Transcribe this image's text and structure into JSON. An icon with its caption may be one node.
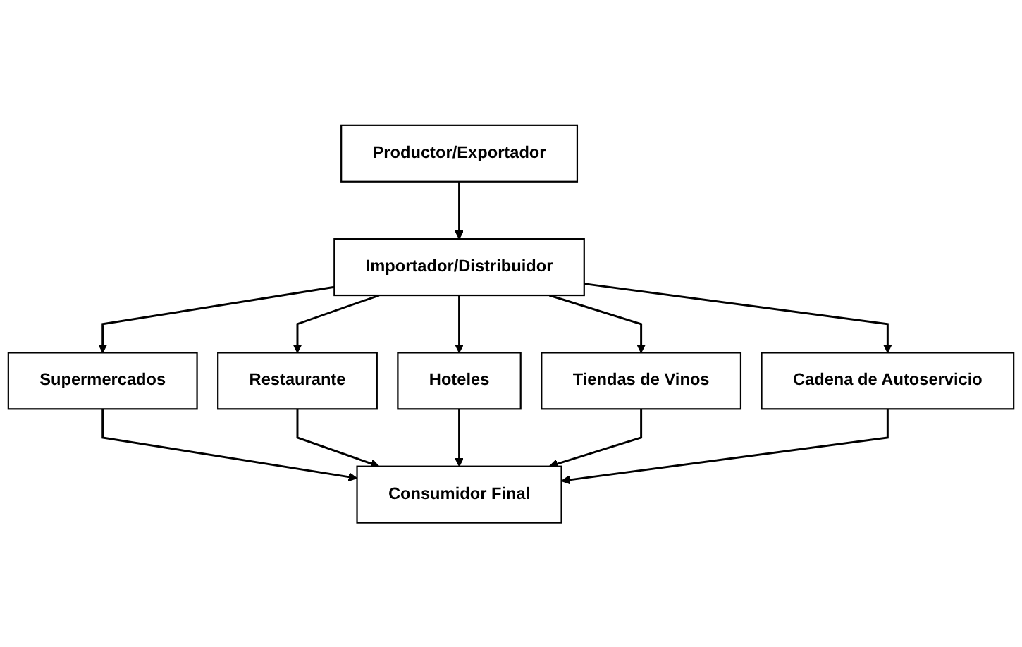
{
  "diagram": {
    "nodes": [
      {
        "text": [
          "Productor/Exportador"
        ]
      },
      {
        "text": [
          "Importador/Distribuidor"
        ]
      },
      {
        "text": [
          "Supermercados"
        ]
      },
      {
        "text": [
          "Restaurante"
        ]
      },
      {
        "text": [
          "Hoteles"
        ]
      },
      {
        "text": [
          "Tiendas de Vinos"
        ]
      },
      {
        "text": [
          "Cadena de Autoservicio"
        ]
      },
      {
        "text": [
          "Consumidor Final"
        ]
      }
    ],
    "edges": [
      {
        "from": 0,
        "to": 1,
        "arrow": "to"
      },
      {
        "from": 1,
        "to": 2,
        "arrow": "to"
      },
      {
        "from": 1,
        "to": 3,
        "arrow": "to"
      },
      {
        "from": 1,
        "to": 4,
        "arrow": "to"
      },
      {
        "from": 1,
        "to": 5,
        "arrow": "to"
      },
      {
        "from": 1,
        "to": 6,
        "arrow": "to"
      },
      {
        "from": 2,
        "to": 7,
        "arrow": "to"
      },
      {
        "from": 3,
        "to": 7,
        "arrow": "to"
      },
      {
        "from": 4,
        "to": 7,
        "arrow": "to"
      },
      {
        "from": 5,
        "to": 7,
        "arrow": "to"
      },
      {
        "from": 6,
        "to": 7,
        "arrow": "to"
      }
    ]
  }
}
